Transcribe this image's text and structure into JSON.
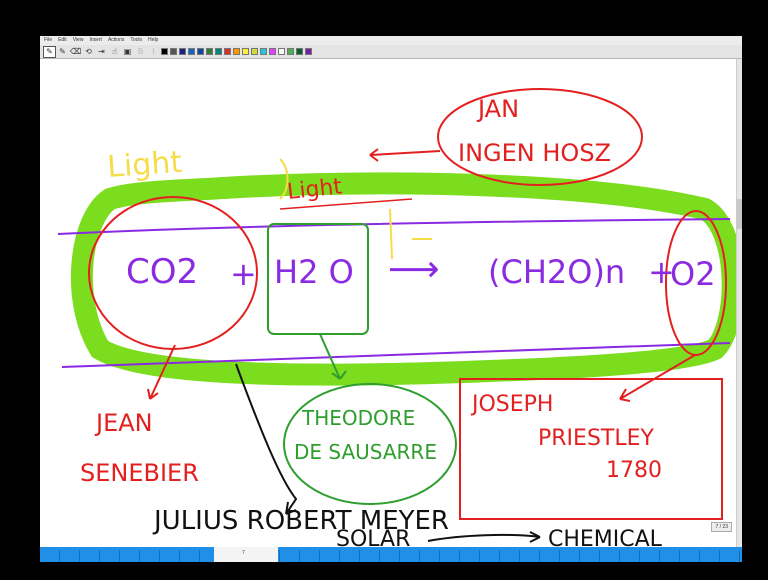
{
  "menu": [
    "File",
    "Edit",
    "View",
    "Insert",
    "Actions",
    "Tools",
    "Help"
  ],
  "toolbar": {
    "tools": [
      {
        "name": "pen-tool-icon",
        "glyph": "✎",
        "selected": true
      },
      {
        "name": "highlighter-tool-icon",
        "glyph": "✎"
      },
      {
        "name": "eraser-tool-icon",
        "glyph": "⌫"
      },
      {
        "name": "lasso-tool-icon",
        "glyph": "⟲"
      },
      {
        "name": "insert-space-tool-icon",
        "glyph": "⇥"
      },
      {
        "name": "hand-tool-icon",
        "glyph": "☝"
      },
      {
        "name": "image-tool-icon",
        "glyph": "▣"
      },
      {
        "name": "bold-icon",
        "glyph": "B",
        "dim": true
      },
      {
        "name": "italic-icon",
        "glyph": "I",
        "dim": true
      }
    ],
    "colors": [
      "#000000",
      "#555555",
      "#1a237e",
      "#1565c0",
      "#0d47a1",
      "#2e7d32",
      "#00897b",
      "#d32f2f",
      "#ff9800",
      "#ffeb3b",
      "#cddc39",
      "#26c6da",
      "#e040fb",
      "#ffffff",
      "#4caf50",
      "#0b5e2a",
      "#7b1fa2"
    ]
  },
  "annotations": {
    "light_yellow": "Light",
    "light_red": "Light",
    "jan_1": "JAN",
    "jan_2": "INGEN HOSZ",
    "co2": "CO2",
    "plus1": "+",
    "h2o": "H2 O",
    "arrow": "⟶",
    "ch2o": "(CH2O)n",
    "plus2": "+",
    "o2": "O2",
    "jean_1": "JEAN",
    "jean_2": "SENEBIER",
    "theo_1": "THEODORE",
    "theo_2": "DE SAUSARRE",
    "jos_1": "JOSEPH",
    "jos_2": "PRIESTLEY",
    "jos_3": "1780",
    "julius": "JULIUS  ROBERT  MEYER",
    "solar": "SOLAR",
    "chemical": "CHEMICAL"
  },
  "status": {
    "page": "7 / 23",
    "page_short": "7"
  }
}
